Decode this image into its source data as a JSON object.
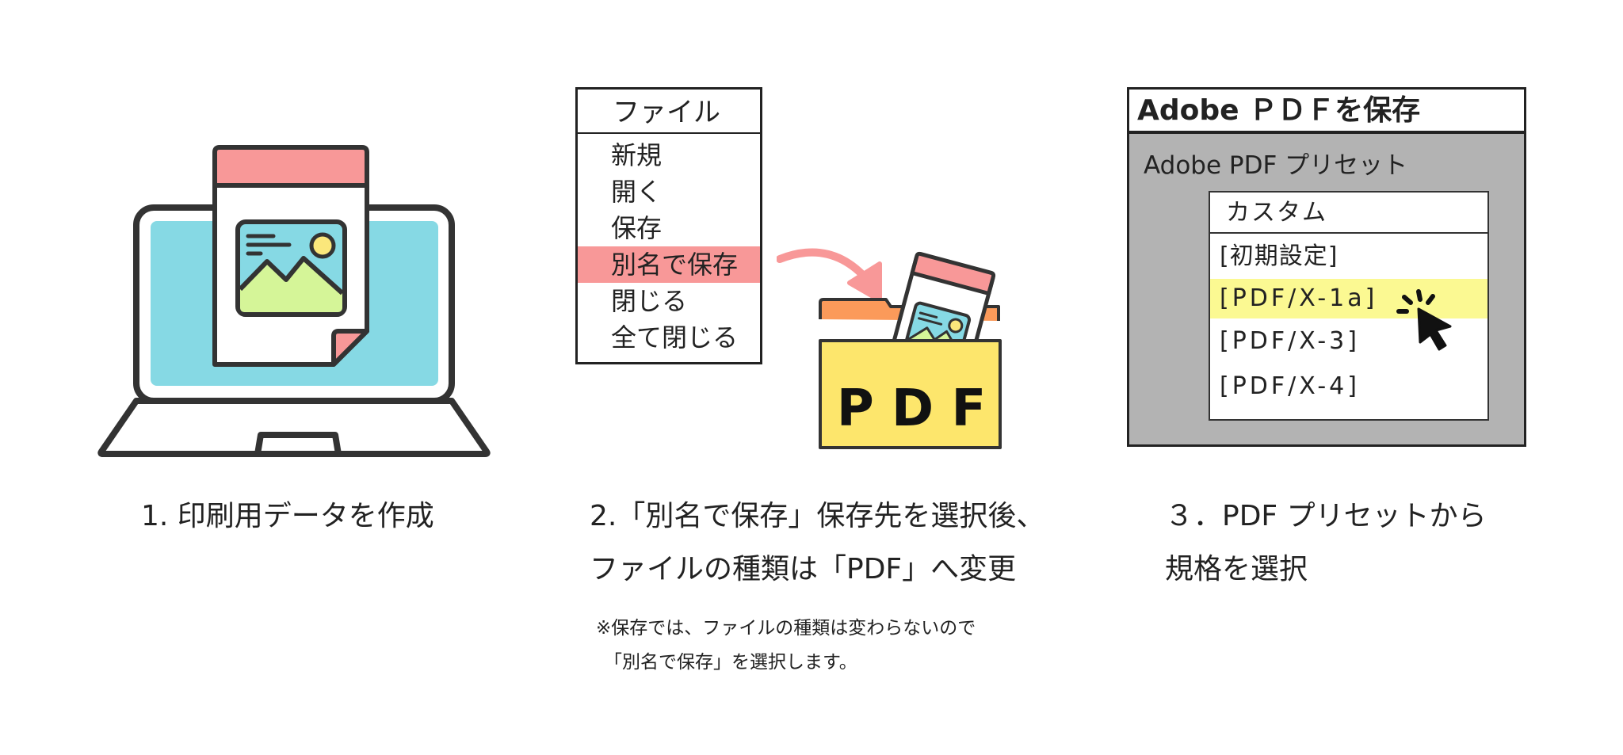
{
  "step1": {
    "caption": "1. 印刷用データを作成"
  },
  "step2": {
    "menu": {
      "title": "ファイル",
      "items": [
        "新規",
        "開く",
        "保存",
        "別名で保存",
        "閉じる",
        "全て閉じる"
      ],
      "highlighted_index": 3
    },
    "folder_label": "P D F",
    "caption_line1": "2.「別名で保存」保存先を選択後、",
    "caption_line2": "ファイルの種類は「PDF」へ変更",
    "note_line1": "※保存では、ファイルの種類は変わらないので",
    "note_line2": "「別名で保存」を選択します。"
  },
  "step3": {
    "dialog": {
      "title": "Adobe ＰＤＦを保存",
      "preset_label": "Adobe PDF プリセット",
      "presets": [
        "カスタム",
        "[初期設定]",
        "[PDF/X-1a]",
        "[PDF/X-3]",
        "[PDF/X-4]"
      ],
      "highlighted_index": 2
    },
    "caption_line1": "３．PDF プリセットから",
    "caption_line2": "規格を選択"
  },
  "colors": {
    "outline": "#333333",
    "screen": "#86d9e4",
    "doc_header": "#f89898",
    "mountain": "#d5f598",
    "sun": "#fbe77b",
    "folder_body": "#fde66c",
    "folder_tab": "#fb9a5a",
    "arrow": "#f89898",
    "menu_highlight": "#f89898",
    "dialog_bg": "#b3b3b3",
    "preset_highlight": "#fbf992"
  },
  "icons": [
    "laptop-icon",
    "image-document-icon",
    "curved-arrow-icon",
    "pdf-folder-icon",
    "cursor-click-icon"
  ]
}
